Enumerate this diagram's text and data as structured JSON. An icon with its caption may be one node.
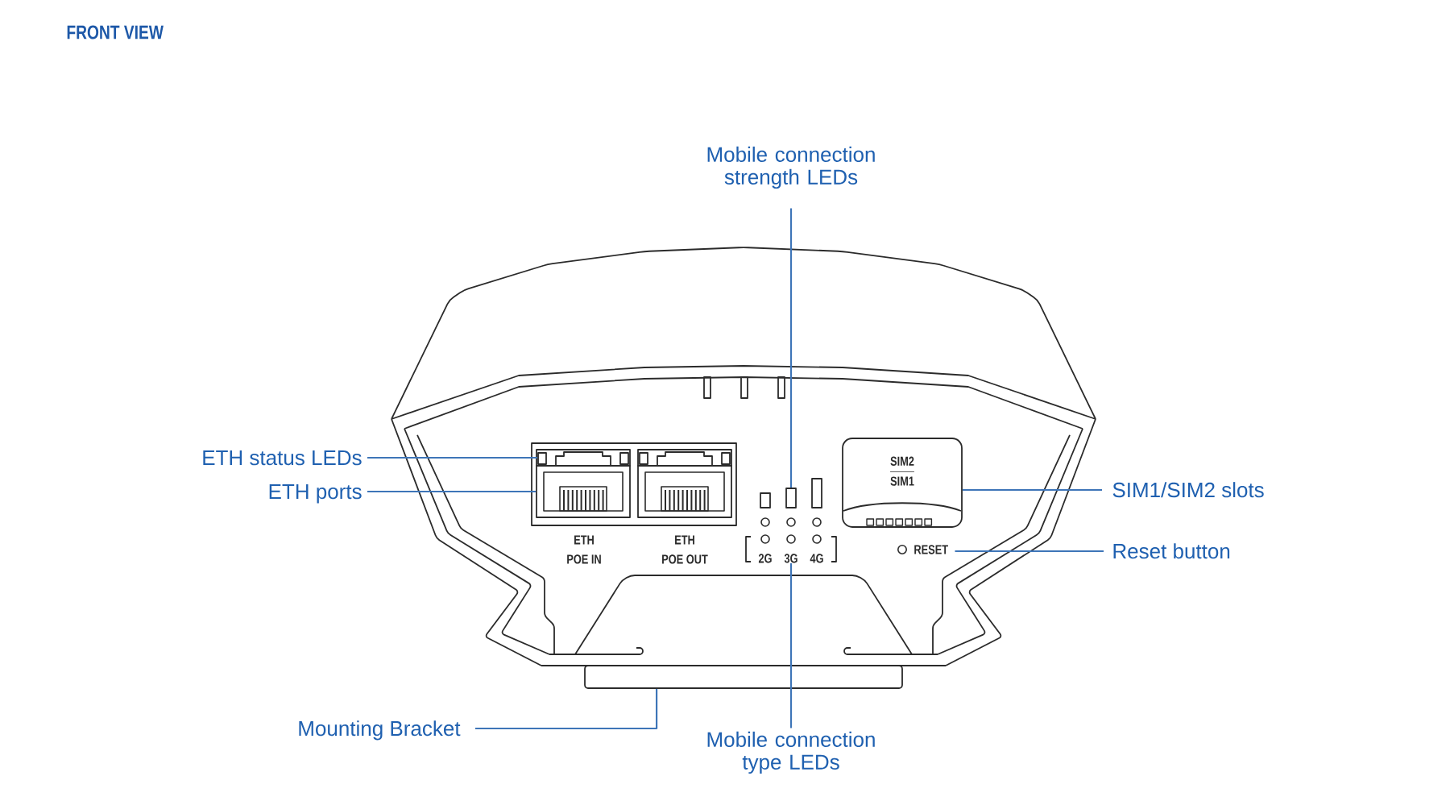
{
  "diagram": {
    "title": "FRONT VIEW",
    "nodes": [
      {
        "text": [
          "Mobile connection strength LEDs"
        ]
      },
      {
        "text": [
          "ETH status LEDs"
        ]
      },
      {
        "text": [
          "ETH ports"
        ]
      },
      {
        "text": [
          "SIM1/SIM2 slots"
        ]
      },
      {
        "text": [
          "Reset button"
        ]
      },
      {
        "text": [
          "Mounting Bracket"
        ]
      },
      {
        "text": [
          "Mobile connection type LEDs"
        ]
      },
      {
        "text": [],
        "shape": "box"
      },
      {
        "text": [],
        "shape": "box"
      },
      {
        "text": [],
        "shape": "box"
      },
      {
        "text": [],
        "shape": "box"
      },
      {
        "text": [
          "SIM2",
          "SIM1"
        ]
      },
      {
        "text": [
          "RESET"
        ]
      },
      {
        "text": [],
        "shape": "bar"
      },
      {
        "text": [
          "2G",
          "3G",
          "4G"
        ]
      }
    ],
    "edges": [
      {
        "from": 0,
        "to": 7,
        "arrow": "none"
      },
      {
        "from": 1,
        "to": 8,
        "arrow": "none"
      },
      {
        "from": 2,
        "to": 9,
        "arrow": "none"
      },
      {
        "from": 3,
        "to": 11,
        "arrow": "none"
      },
      {
        "from": 4,
        "to": 12,
        "arrow": "none"
      },
      {
        "from": 5,
        "to": 13,
        "arrow": "none"
      },
      {
        "from": 6,
        "to": 14,
        "arrow": "none"
      }
    ],
    "labels": [
      "ETH POE IN",
      "ETH POE OUT"
    ]
  }
}
